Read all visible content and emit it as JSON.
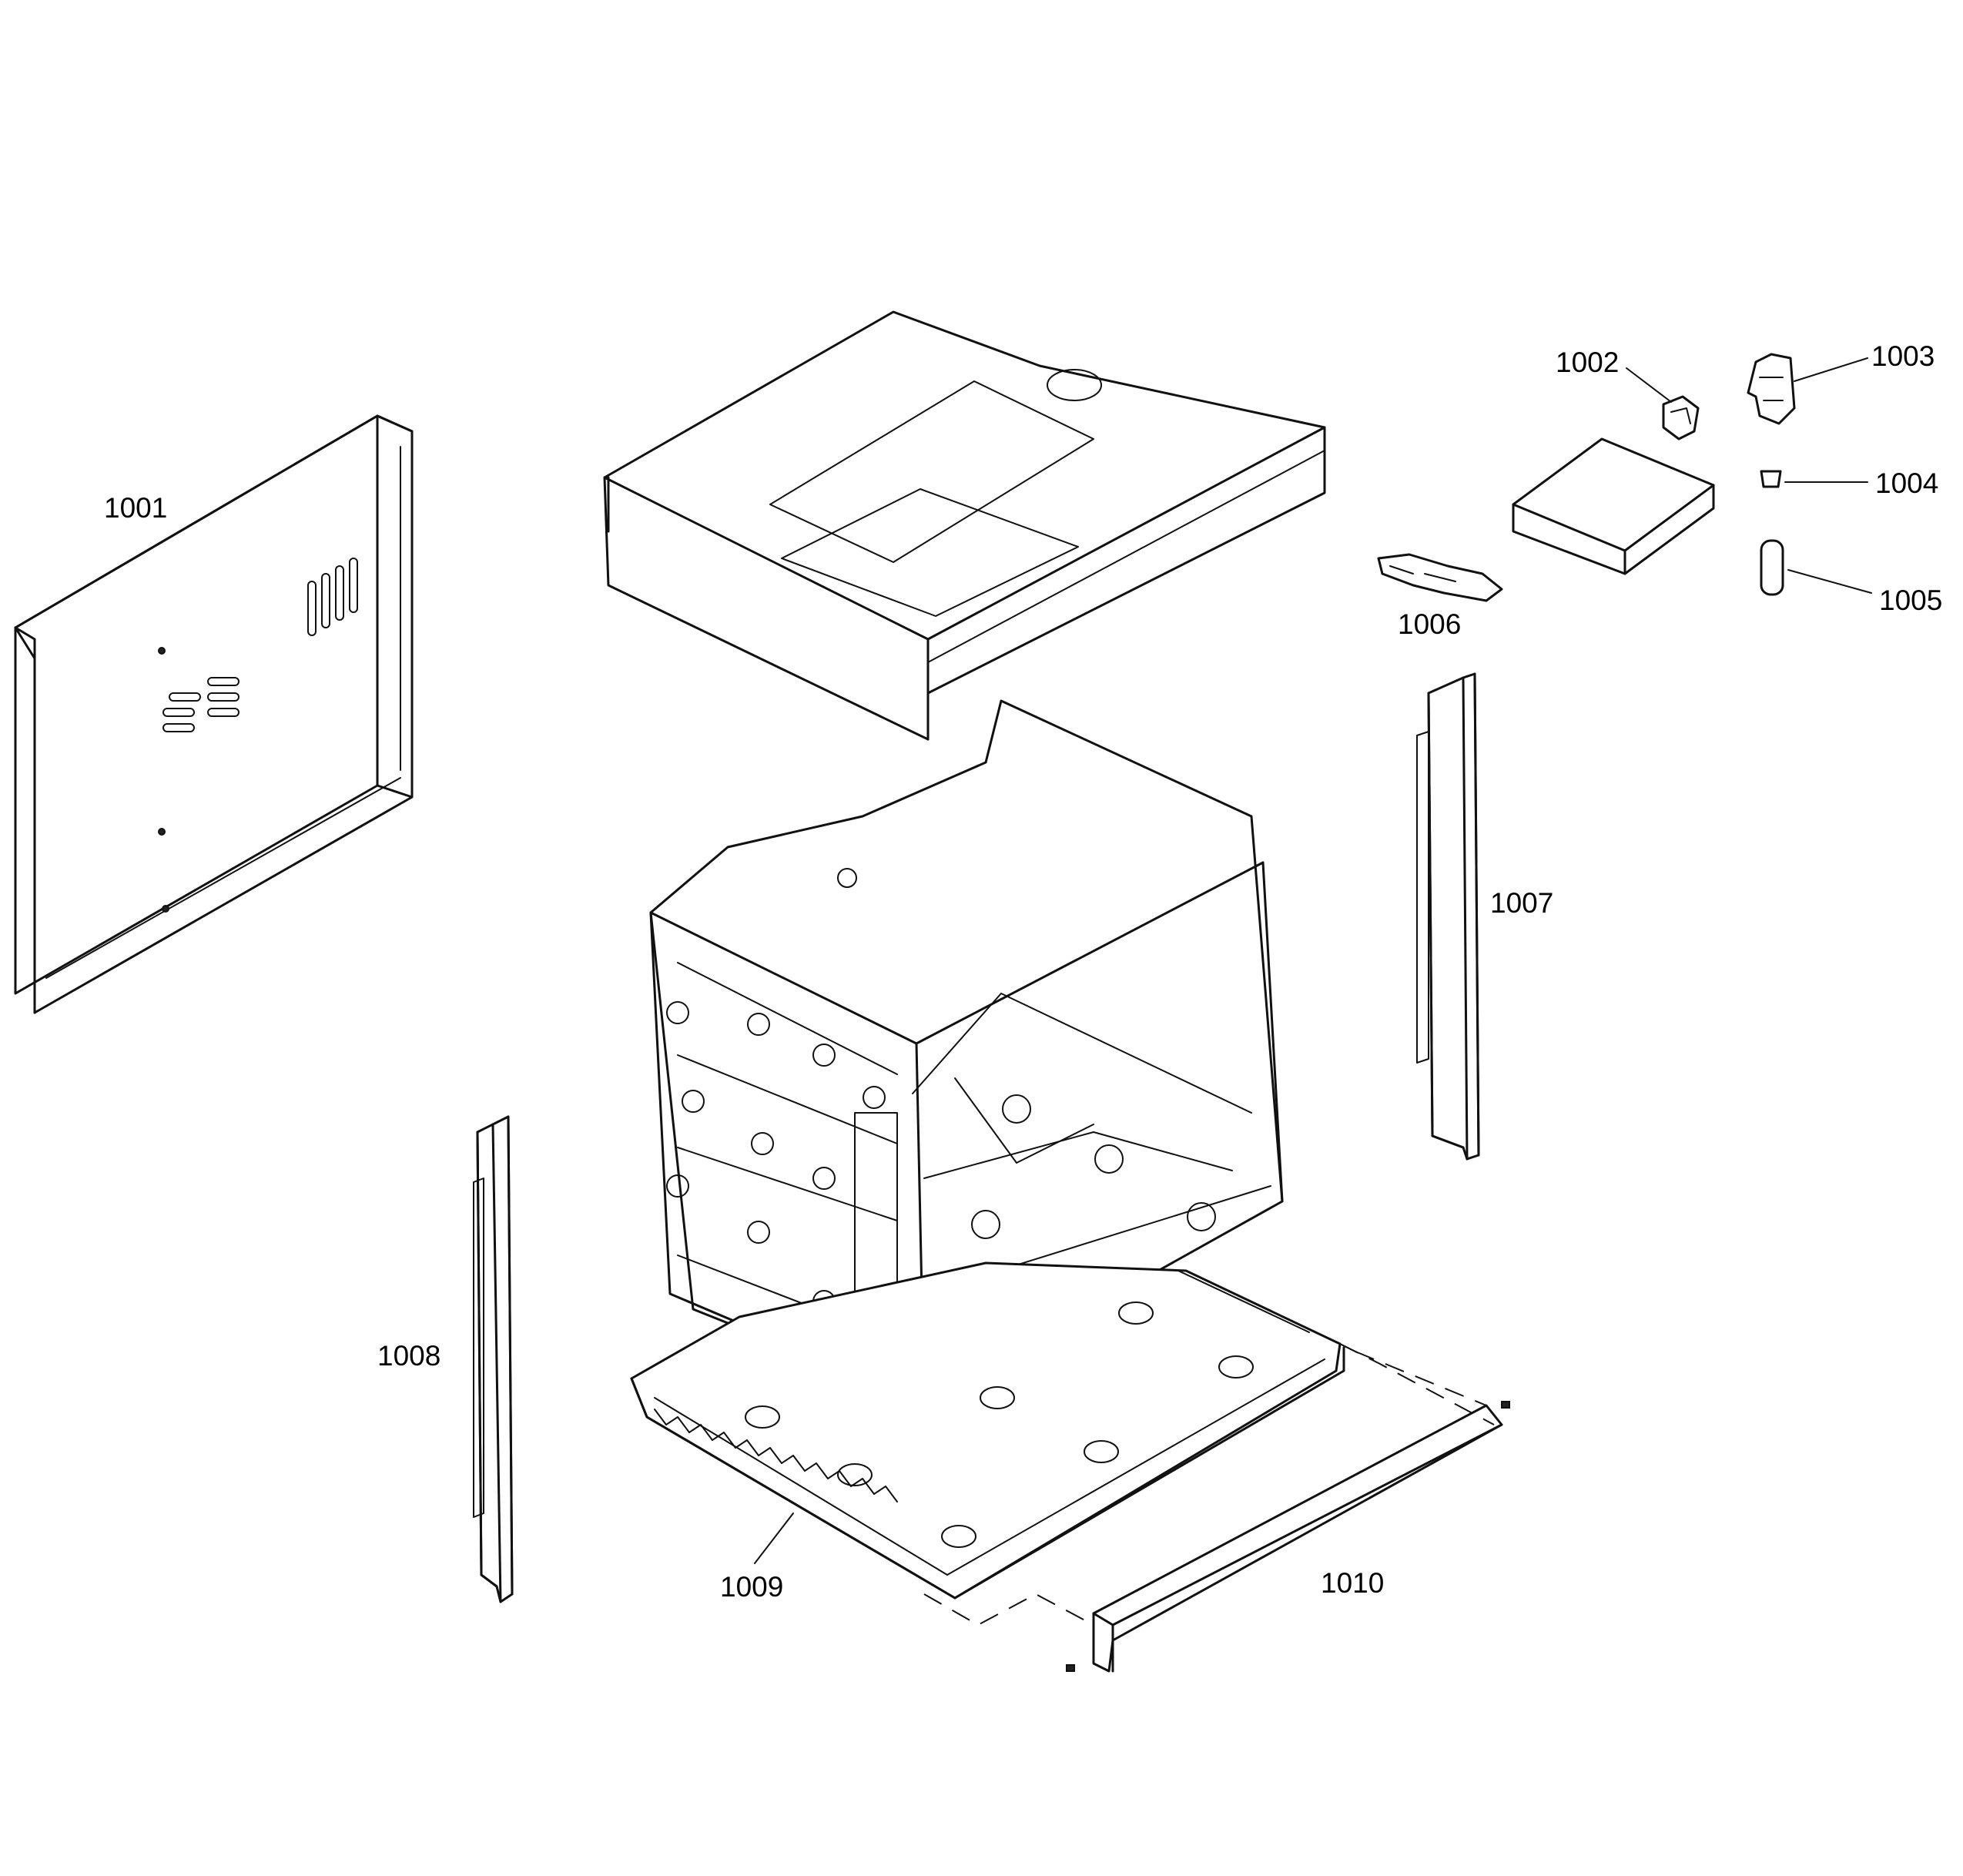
{
  "diagram": {
    "parts": [
      {
        "id": "p1001",
        "label": "1001"
      },
      {
        "id": "p1002",
        "label": "1002"
      },
      {
        "id": "p1003",
        "label": "1003"
      },
      {
        "id": "p1004",
        "label": "1004"
      },
      {
        "id": "p1005",
        "label": "1005"
      },
      {
        "id": "p1006",
        "label": "1006"
      },
      {
        "id": "p1007",
        "label": "1007"
      },
      {
        "id": "p1008",
        "label": "1008"
      },
      {
        "id": "p1009",
        "label": "1009"
      },
      {
        "id": "p1010",
        "label": "1010"
      }
    ]
  }
}
